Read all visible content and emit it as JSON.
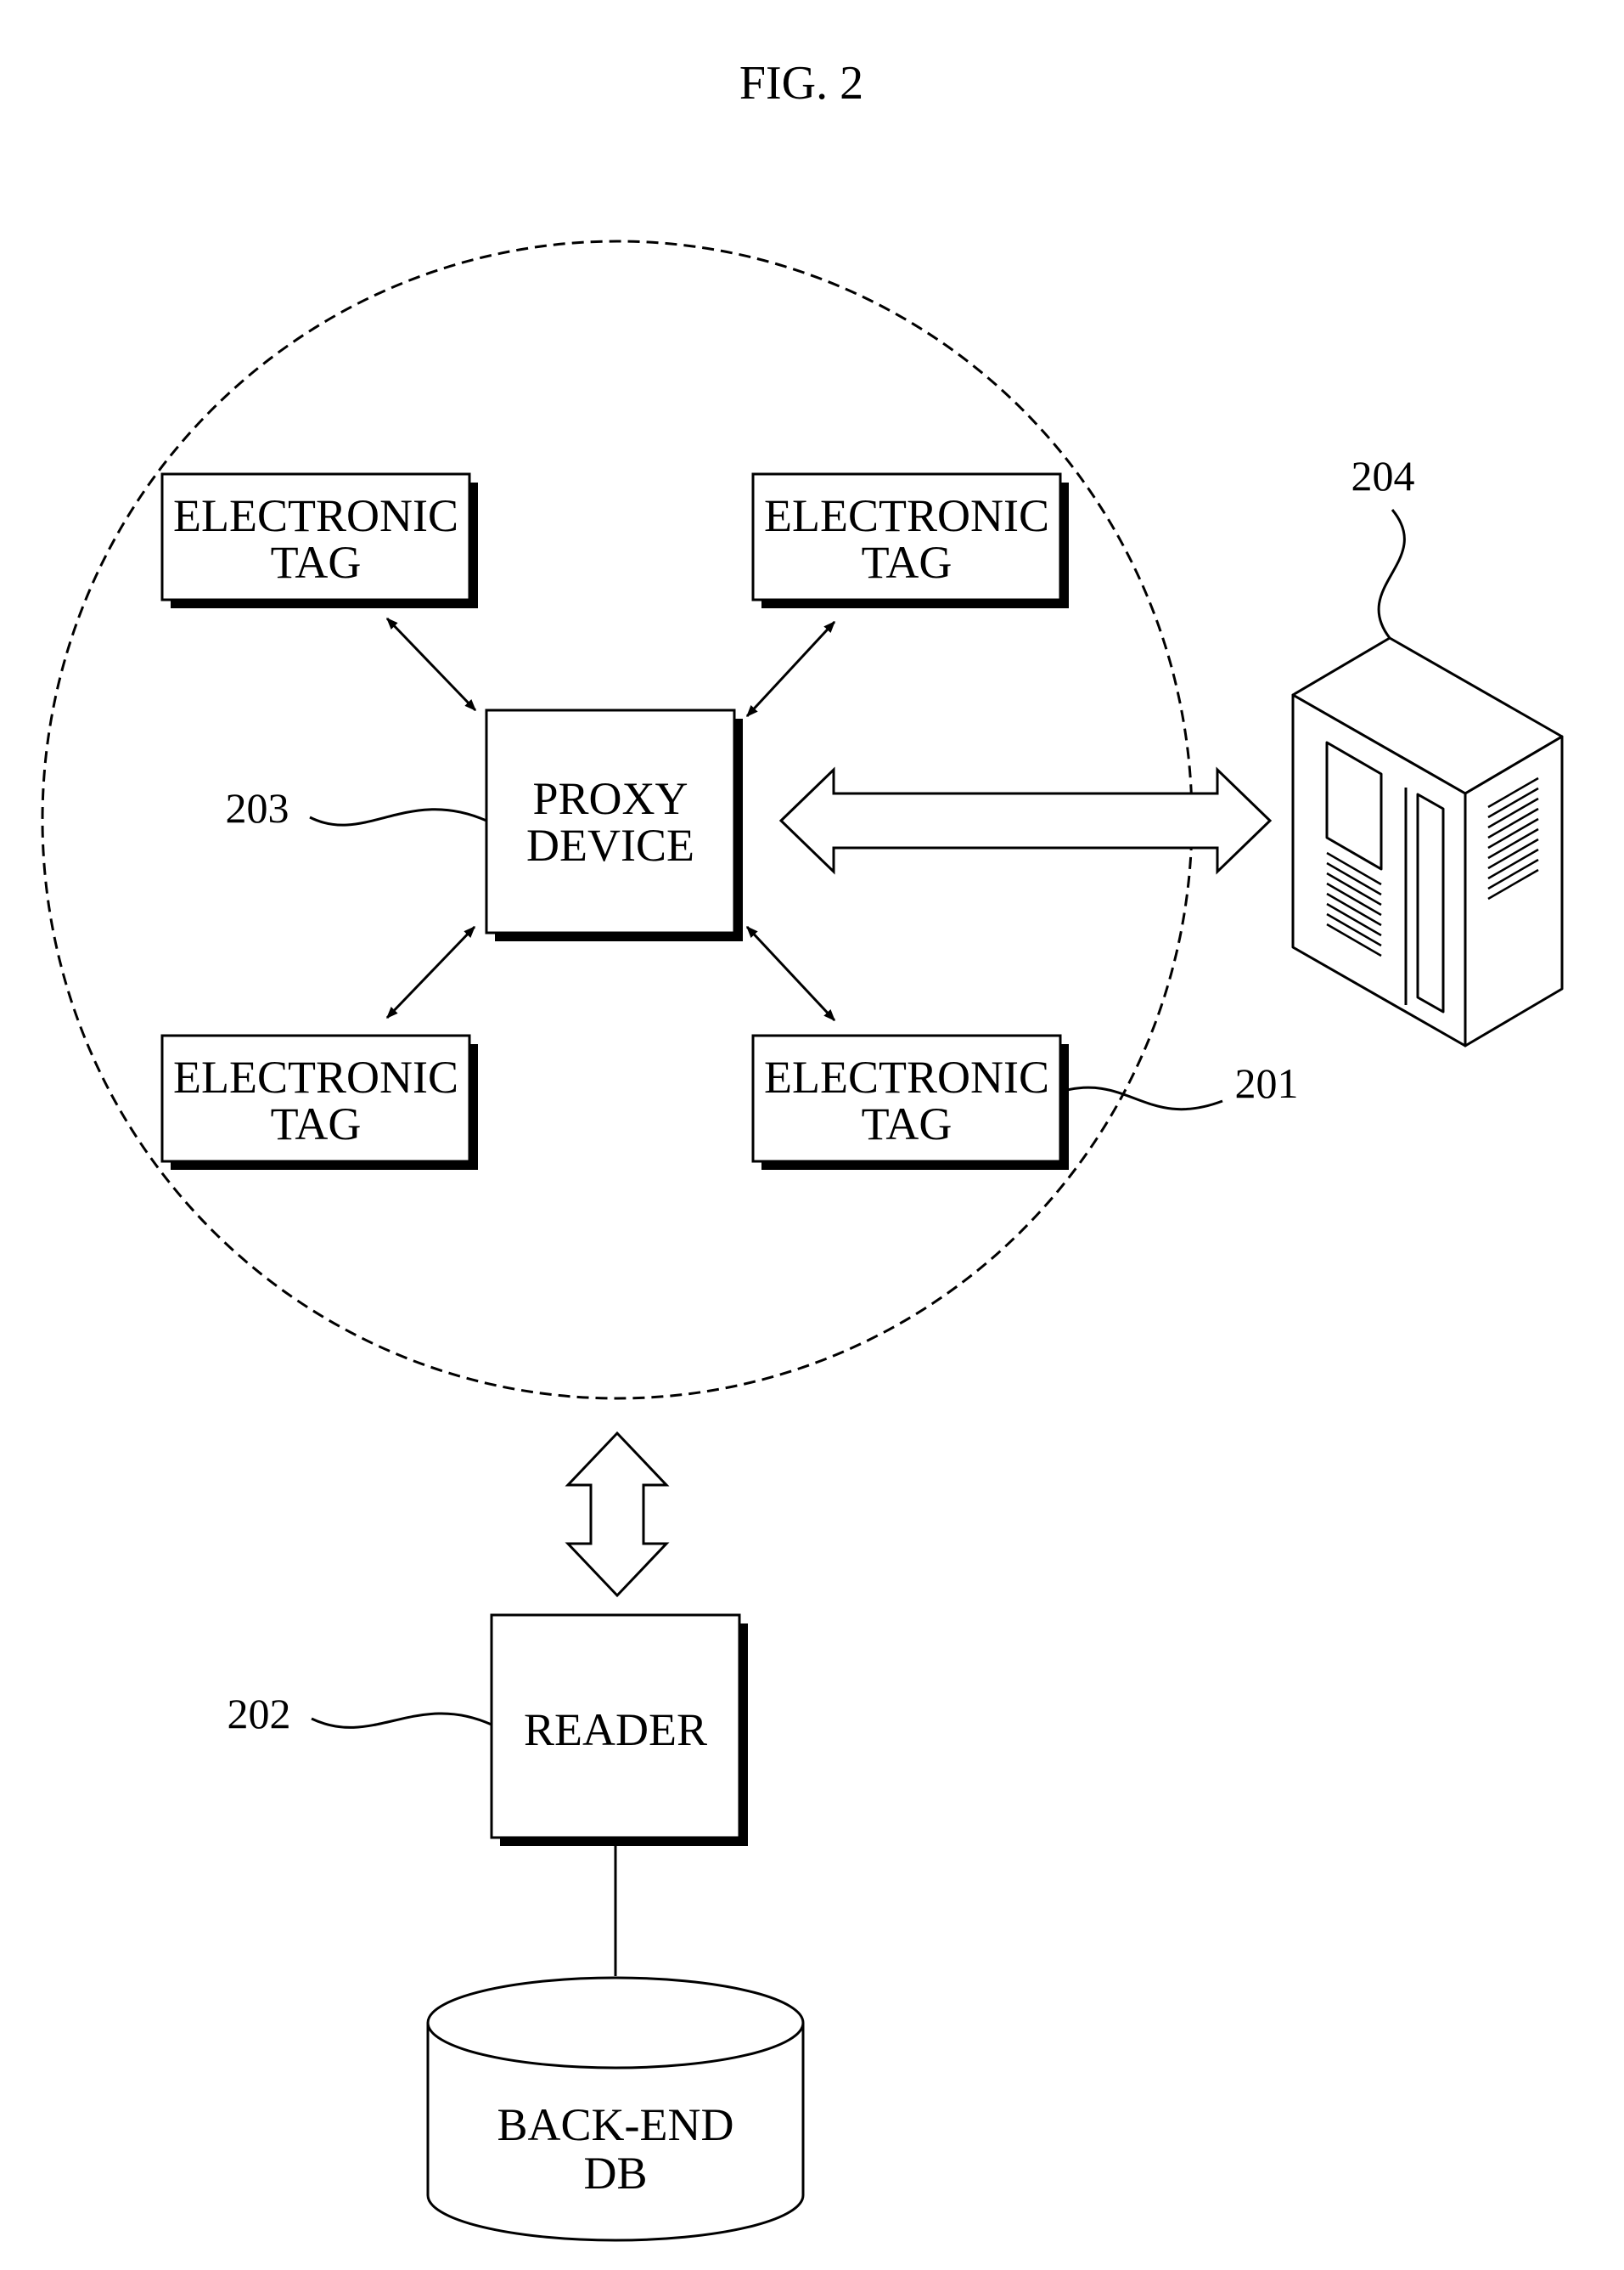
{
  "figure": {
    "title": "FIG. 2"
  },
  "tags": [
    {
      "line1": "ELECTRONIC",
      "line2": "TAG"
    },
    {
      "line1": "ELECTRONIC",
      "line2": "TAG"
    },
    {
      "line1": "ELECTRONIC",
      "line2": "TAG"
    },
    {
      "line1": "ELECTRONIC",
      "line2": "TAG"
    }
  ],
  "proxy": {
    "line1": "PROXY",
    "line2": "DEVICE",
    "ref": "203"
  },
  "tag_ref": "201",
  "reader": {
    "label": "READER",
    "ref": "202"
  },
  "server": {
    "ref": "204",
    "icon": "server-icon"
  },
  "database": {
    "line1": "BACK-END",
    "line2": "DB",
    "icon": "database-icon"
  }
}
